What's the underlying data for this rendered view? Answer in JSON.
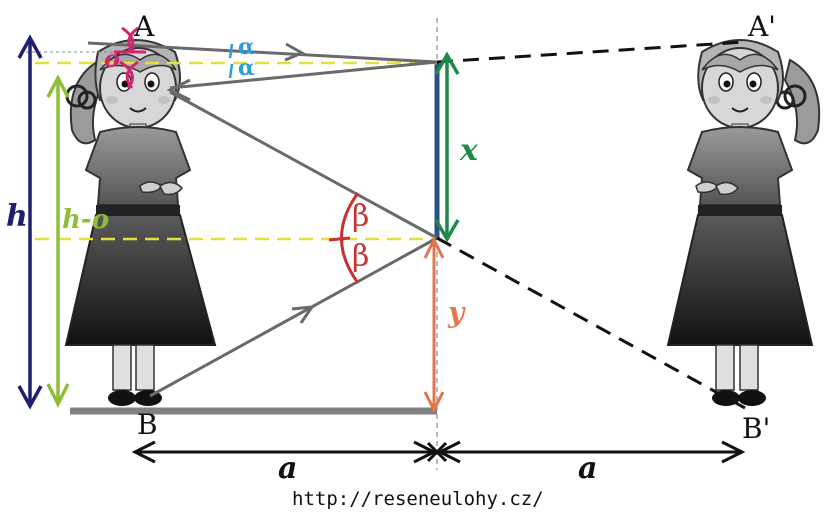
{
  "labels": {
    "point_A": "A",
    "point_A_prime": "A'",
    "point_B": "B",
    "point_B_prime": "B'",
    "height_h": "h",
    "height_h_minus_o": "h-o",
    "small_o": "o",
    "segment_x": "x",
    "segment_y": "y",
    "alpha_top": "α",
    "alpha_bottom": "α",
    "beta_top": "β",
    "beta_bottom": "β",
    "distance_left": "a",
    "distance_right": "a"
  },
  "credit": "http://reseneulohy.cz/",
  "colors": {
    "h_arrow": "#1f1f6e",
    "h_minus_o_arrow": "#8fbf3a",
    "x_arrow": "#1e8a4a",
    "y_arrow": "#e2774e",
    "beta_arc": "#c83232",
    "alpha_marks": "#2a9fd6",
    "o_mark": "#d0266f",
    "dashed_guides": "#e6e03a",
    "rays": "#6a6a6a",
    "mirror": "#2b4f8a",
    "floor": "#808080"
  }
}
